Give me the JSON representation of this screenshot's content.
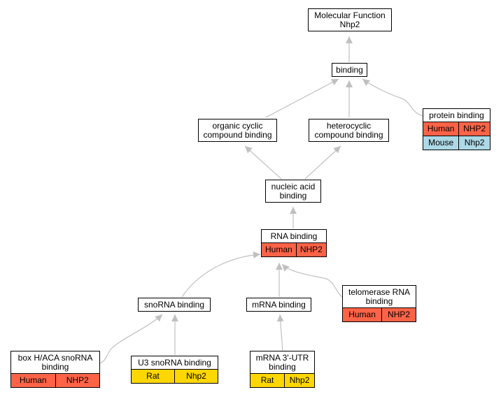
{
  "nodes": {
    "mf": {
      "title": "Molecular Function\nNhp2"
    },
    "binding": {
      "title": "binding"
    },
    "ocb": {
      "title": "organic cyclic\ncompound binding"
    },
    "hcb": {
      "title": "heterocyclic\ncompound binding"
    },
    "protein": {
      "title": "protein binding",
      "rows": [
        [
          "Human",
          "NHP2"
        ],
        [
          "Mouse",
          "Nhp2"
        ]
      ]
    },
    "nucleic": {
      "title": "nucleic acid\nbinding"
    },
    "rna": {
      "title": "RNA binding",
      "rows": [
        [
          "Human",
          "NHP2"
        ]
      ]
    },
    "snorna": {
      "title": "snoRNA binding"
    },
    "mrna": {
      "title": "mRNA binding"
    },
    "telomerase": {
      "title": "telomerase RNA\nbinding",
      "rows": [
        [
          "Human",
          "NHP2"
        ]
      ]
    },
    "boxhaca": {
      "title": "box H/ACA snoRNA\nbinding",
      "rows": [
        [
          "Human",
          "NHP2"
        ]
      ]
    },
    "u3": {
      "title": "U3 snoRNA binding",
      "rows": [
        [
          "Rat",
          "Nhp2"
        ]
      ]
    },
    "utr": {
      "title": "mRNA 3'-UTR\nbinding",
      "rows": [
        [
          "Rat",
          "Nhp2"
        ]
      ]
    }
  },
  "colors": {
    "Human": "#ff6347",
    "Mouse": "#add8e6",
    "Rat": "#ffd700",
    "edge": "#c0c0c0"
  }
}
